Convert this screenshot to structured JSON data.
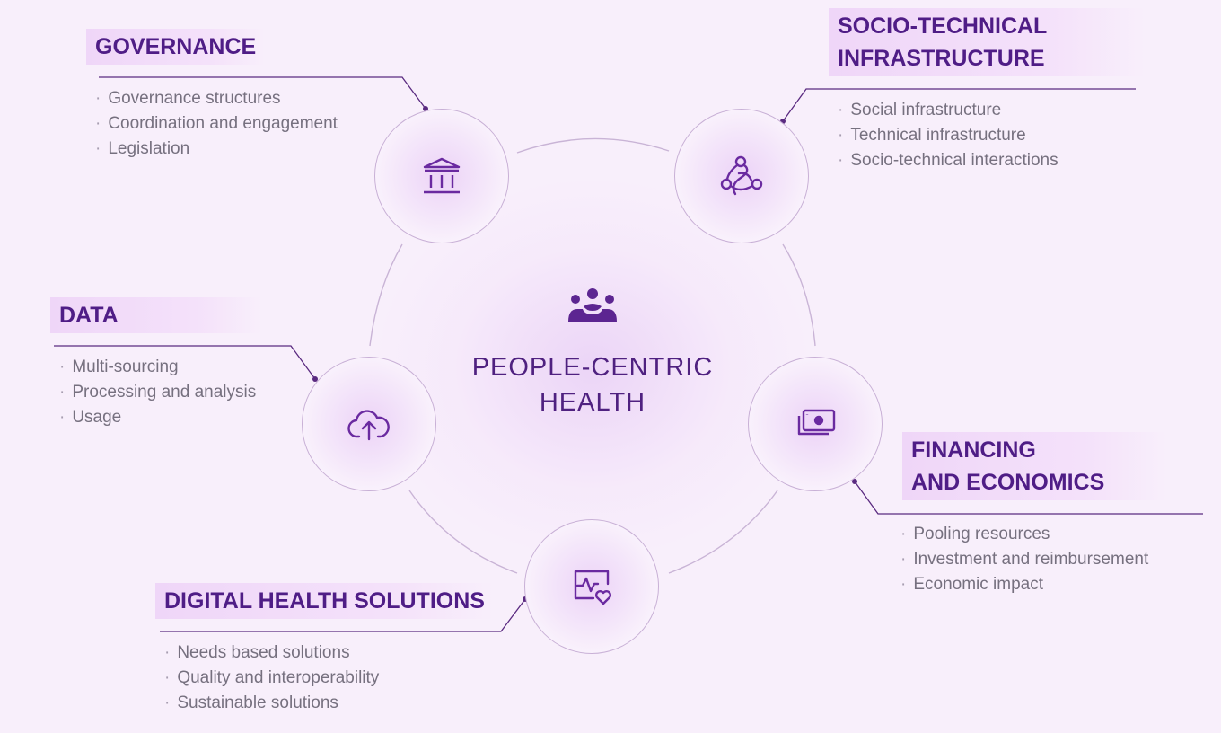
{
  "center": {
    "icon": "people-group-icon",
    "title": "PEOPLE-CENTRIC\nHEALTH"
  },
  "sections": {
    "governance": {
      "title": "GOVERNANCE",
      "icon": "institution-icon",
      "items": [
        "Governance structures",
        "Coordination and engagement",
        "Legislation"
      ]
    },
    "socio_technical": {
      "title": "SOCIO-TECHNICAL\nINFRASTRUCTURE",
      "icon": "network-nodes-icon",
      "items": [
        "Social infrastructure",
        "Technical infrastructure",
        "Socio-technical interactions"
      ]
    },
    "data": {
      "title": "DATA",
      "icon": "cloud-upload-icon",
      "items": [
        "Multi-sourcing",
        "Processing and analysis",
        "Usage"
      ]
    },
    "financing": {
      "title": "FINANCING\nAND ECONOMICS",
      "icon": "banknotes-icon",
      "items": [
        "Pooling resources",
        "Investment and reimbursement",
        "Economic impact"
      ]
    },
    "digital_health": {
      "title": "DIGITAL HEALTH SOLUTIONS",
      "icon": "health-monitor-icon",
      "items": [
        "Needs based solutions",
        "Quality and interoperability",
        "Sustainable solutions"
      ]
    }
  },
  "colors": {
    "accent": "#4f1d86",
    "icon": "#6a2aa0",
    "text_muted": "#76707f",
    "ring": "#c8b0d6",
    "background": "#f8effb"
  }
}
